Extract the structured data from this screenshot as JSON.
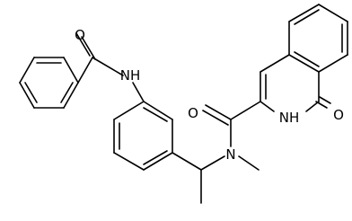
{
  "structure": {
    "atoms": {
      "amide_o_left": "O",
      "anilide_nh": "NH",
      "carboxamide_o": "O",
      "amide_n": "N",
      "ring_nh": "NH",
      "ring_o": "O"
    }
  },
  "colors": {
    "bond": "#000000",
    "label": "#000000",
    "background": "#ffffff"
  }
}
